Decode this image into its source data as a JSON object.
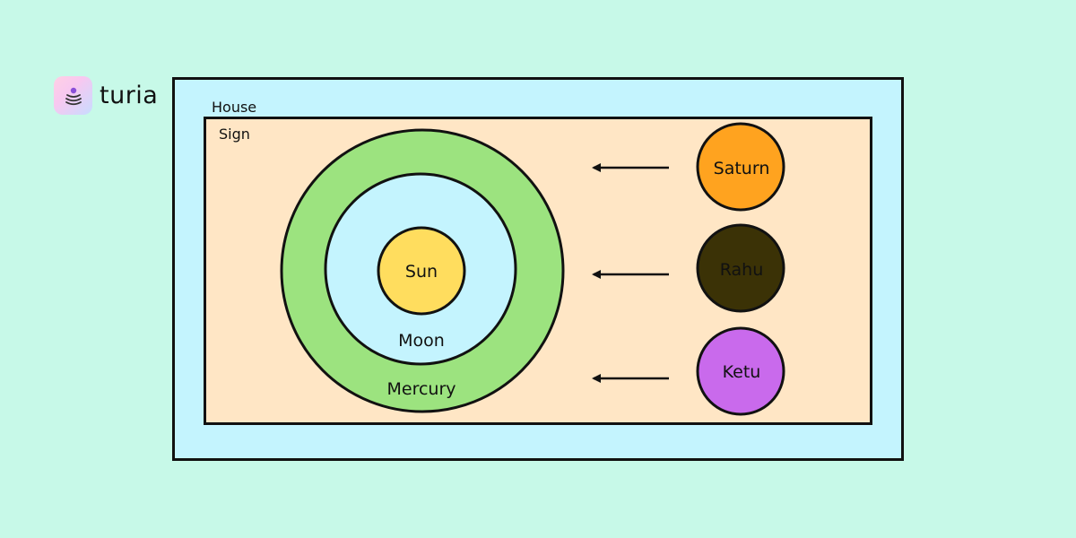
{
  "brand": {
    "name": "turia",
    "icon": "stacked-layers-icon"
  },
  "diagram": {
    "house_label": "House",
    "sign_label": "Sign",
    "rings": {
      "outer": "Mercury",
      "middle": "Moon",
      "core": "Sun"
    },
    "planets": [
      {
        "name": "Saturn",
        "color": "#ffa31f",
        "text_color": "#111111"
      },
      {
        "name": "Rahu",
        "color": "#3b3206",
        "text_color": "#ffffff"
      },
      {
        "name": "Ketu",
        "color": "#c96aec",
        "text_color": "#111111"
      }
    ]
  },
  "colors": {
    "background": "#c7f9e8",
    "house": "#c4f4fe",
    "sign": "#ffe6c5",
    "mercury": "#9ce37f",
    "moon": "#c4f4fe",
    "sun": "#ffdd5e"
  }
}
